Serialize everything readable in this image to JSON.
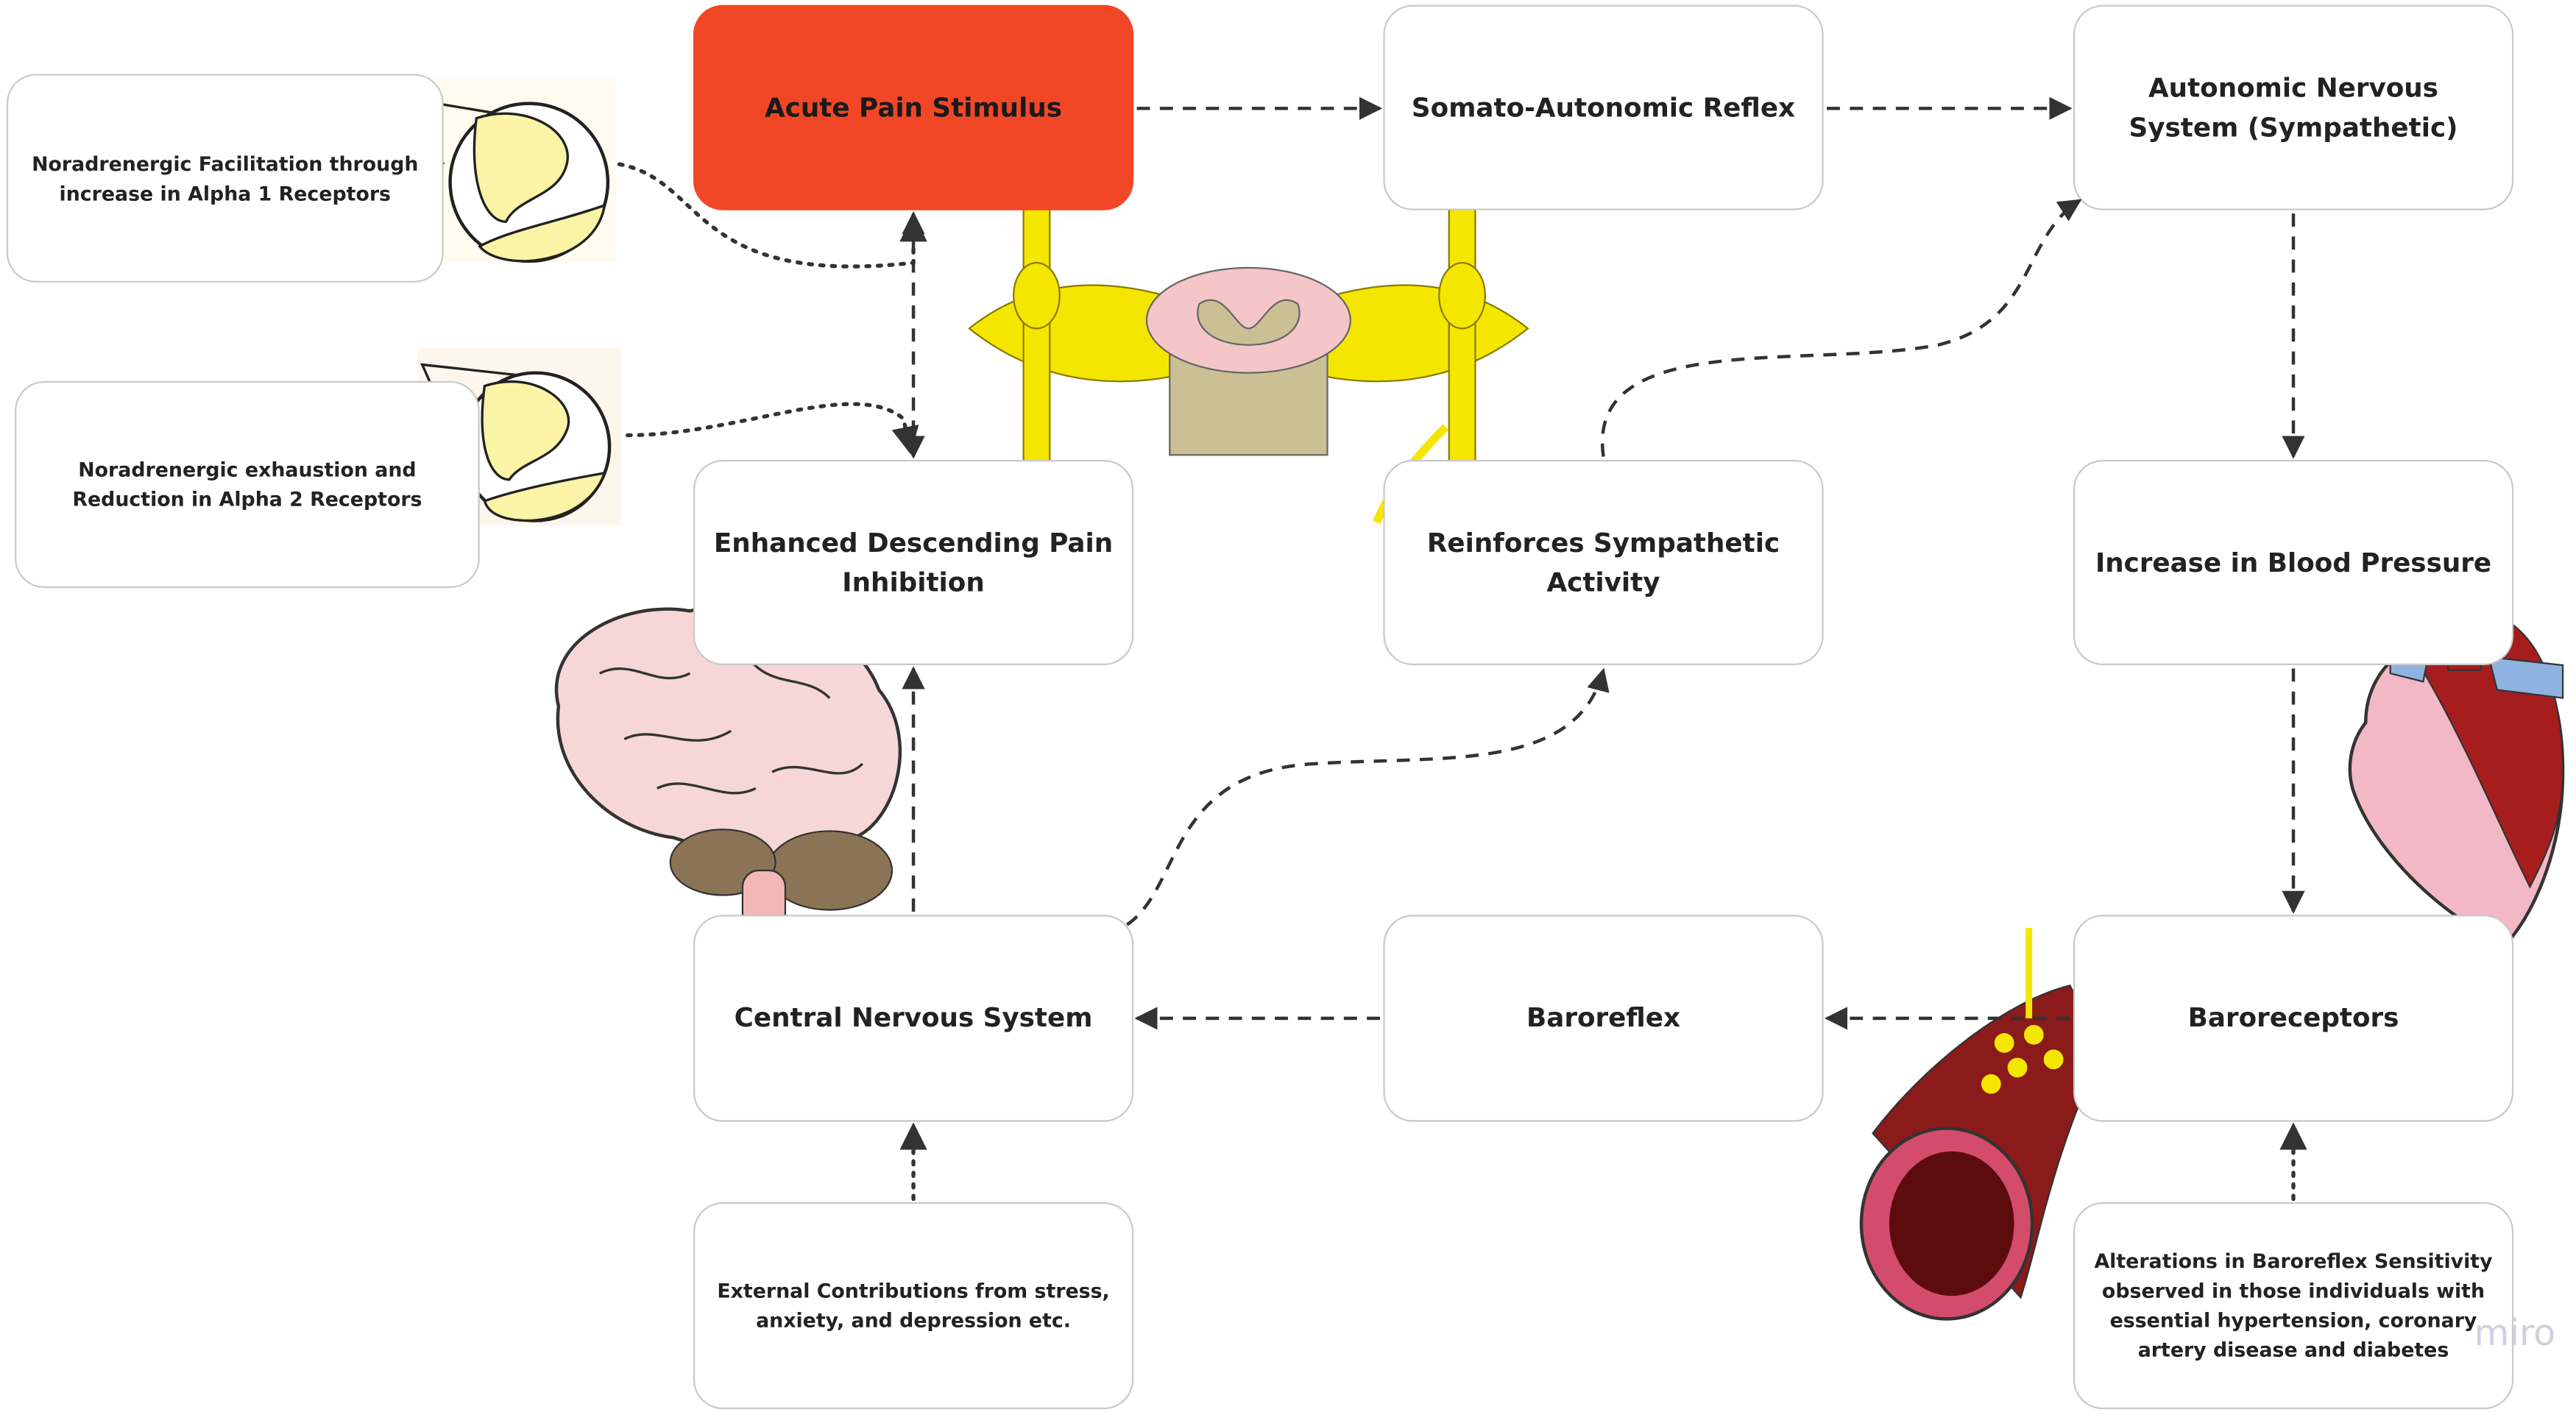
{
  "nodes": {
    "acute_pain": "Acute Pain Stimulus",
    "somato_reflex": "Somato-Autonomic Reflex",
    "ans": "Autonomic Nervous System (Sympathetic)",
    "enhanced_inhibition": "Enhanced Descending Pain Inhibition",
    "reinforces_sympathetic": "Reinforces Sympathetic Activity",
    "increase_bp": "Increase in Blood Pressure",
    "cns": "Central Nervous System",
    "baroreflex": "Baroreflex",
    "baroreceptors": "Baroreceptors",
    "external": "External Contributions from stress, anxiety, and depression etc.",
    "alterations": "Alterations in Baroreflex Sensitivity observed in those individuals with essential hypertension, coronary artery disease and diabetes",
    "alpha1": "Noradrenergic Facilitation through increase in Alpha 1 Receptors",
    "alpha2": "Noradrenergic exhaustion and Reduction in Alpha 2 Receptors"
  },
  "colors": {
    "accent": "#f24726",
    "arrow": "#333333",
    "nerve": "#f5e600",
    "brain": "#f6d6d6",
    "blood": "#8b1a1a"
  },
  "watermark": "miro"
}
